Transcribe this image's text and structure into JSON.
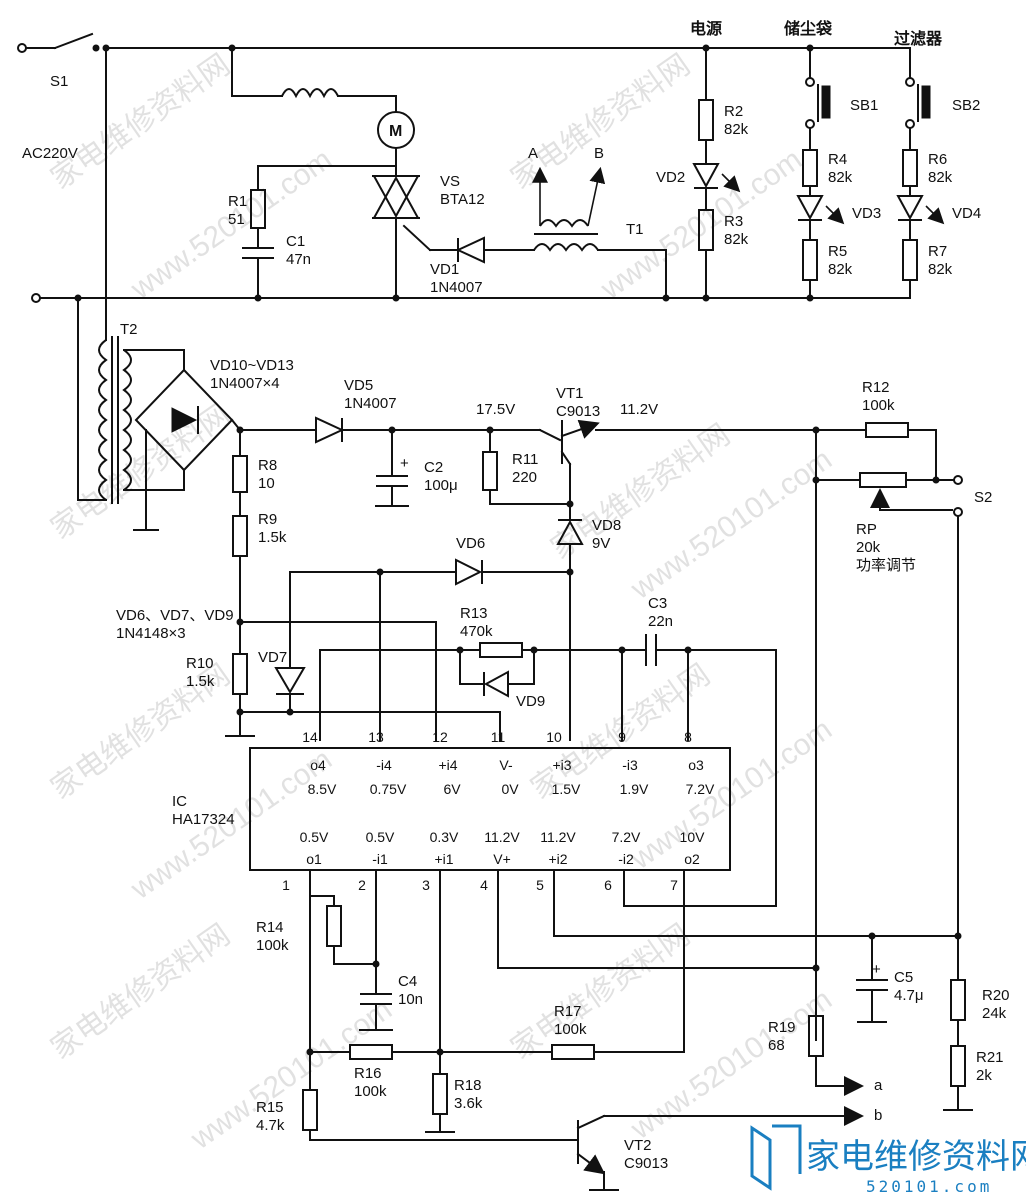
{
  "power": {
    "switch_label": "S1",
    "source_label": "AC220V",
    "motor_symbol": "M"
  },
  "indicators": {
    "power_label": "电源",
    "dust_bag_label": "储尘袋",
    "filter_label": "过滤器",
    "sb1": "SB1",
    "sb2": "SB2"
  },
  "components": {
    "R1": "R1",
    "R1_val": "51",
    "C1": "C1",
    "C1_val": "47n",
    "VS": "VS",
    "VS_val": "BTA12",
    "VD1": "VD1",
    "VD1_val": "1N4007",
    "T1": "T1",
    "A": "A",
    "B": "B",
    "R2": "R2",
    "R2_val": "82k",
    "VD2": "VD2",
    "R3": "R3",
    "R3_val": "82k",
    "R4": "R4",
    "R4_val": "82k",
    "VD3": "VD3",
    "R5": "R5",
    "R5_val": "82k",
    "R6": "R6",
    "R6_val": "82k",
    "VD4": "VD4",
    "R7": "R7",
    "R7_val": "82k",
    "T2": "T2",
    "bridge": "VD10~VD13",
    "bridge_val": "1N4007×4",
    "VD5": "VD5",
    "VD5_val": "1N4007",
    "R8": "R8",
    "R8_val": "10",
    "R9": "R9",
    "R9_val": "1.5k",
    "C2": "C2",
    "C2_val": "100μ",
    "R11": "R11",
    "R11_val": "220",
    "VT1": "VT1",
    "VT1_val": "C9013",
    "VD8": "VD8",
    "VD8_val": "9V",
    "R12": "R12",
    "R12_val": "100k",
    "RP": "RP",
    "RP_val": "20k",
    "RP_desc": "功率调节",
    "S2": "S2",
    "VD6": "VD6",
    "diodes": "VD6、VD7、VD9",
    "diodes_val": "1N4148×3",
    "R10": "R10",
    "R10_val": "1.5k",
    "VD7": "VD7",
    "R13": "R13",
    "R13_val": "470k",
    "VD9": "VD9",
    "C3": "C3",
    "C3_val": "22n",
    "IC": "IC",
    "IC_val": "HA17324",
    "R14": "R14",
    "R14_val": "100k",
    "C4": "C4",
    "C4_val": "10n",
    "R16": "R16",
    "R16_val": "100k",
    "R17": "R17",
    "R17_val": "100k",
    "R18": "R18",
    "R18_val": "3.6k",
    "R15": "R15",
    "R15_val": "4.7k",
    "VT2": "VT2",
    "VT2_val": "C9013",
    "C5": "C5",
    "C5_val": "4.7μ",
    "R19": "R19",
    "R19_val": "68",
    "R20": "R20",
    "R20_val": "24k",
    "R21": "R21",
    "R21_val": "2k",
    "out_a": "a",
    "out_b": "b"
  },
  "voltages": {
    "v_17_5": "17.5V",
    "v_11_2": "11.2V"
  },
  "ic": {
    "top_pins": [
      "14",
      "13",
      "12",
      "11",
      "10",
      "9",
      "8"
    ],
    "top_names": [
      "o4",
      "-i4",
      "+i4",
      "V-",
      "+i3",
      "-i3",
      "o3"
    ],
    "top_volts": [
      "8.5V",
      "0.75V",
      "6V",
      "0V",
      "1.5V",
      "1.9V",
      "7.2V"
    ],
    "bot_volts": [
      "0.5V",
      "0.5V",
      "0.3V",
      "11.2V",
      "11.2V",
      "7.2V",
      "10V"
    ],
    "bot_names": [
      "o1",
      "-i1",
      "+i1",
      "V+",
      "+i2",
      "-i2",
      "o2"
    ],
    "bot_pins": [
      "1",
      "2",
      "3",
      "4",
      "5",
      "6",
      "7"
    ]
  },
  "watermark": {
    "text1": "家电维修资料网",
    "text2": "www.520101.com",
    "logo": "家电维修资料网",
    "logo_url": "520101.com"
  }
}
